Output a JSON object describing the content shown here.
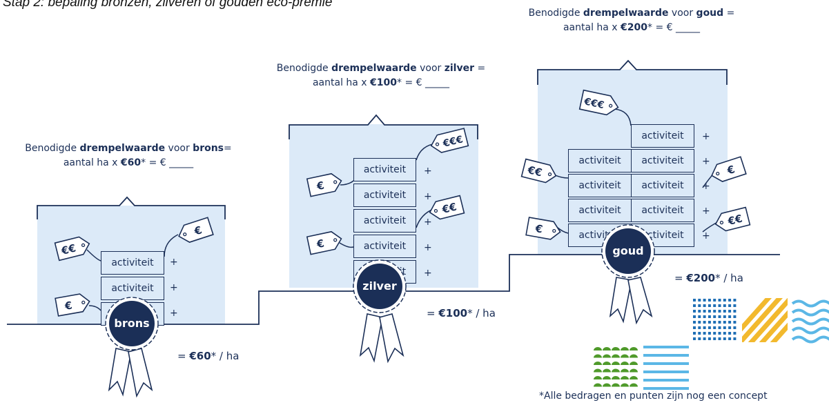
{
  "heading": "Stap 2: bepaling bronzen, zilveren of gouden eco-premie",
  "levels": {
    "brons": {
      "req_line1_pre": "Benodigde ",
      "req_line1_bold1": "drempelwaarde",
      "req_line1_mid": " voor ",
      "req_line1_bold2": "brons",
      "req_line1_post": "=",
      "req_line2_pre": "aantal ha x ",
      "req_line2_bold": "€60",
      "req_line2_post": "* = € _____",
      "medal": "brons",
      "rate_pre": "= ",
      "rate_bold": "€60",
      "rate_post": "* / ha"
    },
    "zilver": {
      "req_line1_pre": "Benodigde ",
      "req_line1_bold1": "drempelwaarde",
      "req_line1_mid": " voor ",
      "req_line1_bold2": "zilver",
      "req_line1_post": " =",
      "req_line2_pre": "aantal ha x ",
      "req_line2_bold": "€100",
      "req_line2_post": "* = € _____",
      "medal": "zilver",
      "rate_pre": "= ",
      "rate_bold": "€100",
      "rate_post": "* / ha"
    },
    "goud": {
      "req_line1_pre": "Benodigde ",
      "req_line1_bold1": "drempelwaarde",
      "req_line1_mid": " voor ",
      "req_line1_bold2": "goud",
      "req_line1_post": " =",
      "req_line2_pre": "aantal ha x ",
      "req_line2_bold": "€200",
      "req_line2_post": "* = € _____",
      "medal": "goud",
      "rate_pre": "= ",
      "rate_bold": "€200",
      "rate_post": "* / ha"
    }
  },
  "activity_label": "activiteit",
  "plus": "+",
  "tags": {
    "one": "€",
    "two": "€€",
    "three": "€€€"
  },
  "footnote": "*Alle bedragen en punten zijn nog een concept",
  "colors": {
    "navy": "#1b2f57",
    "panel": "#dceaf8",
    "blue": "#1f6fb5",
    "yellow": "#f2b92e",
    "lightblue": "#5bb7e6",
    "green": "#4f9a2a"
  }
}
